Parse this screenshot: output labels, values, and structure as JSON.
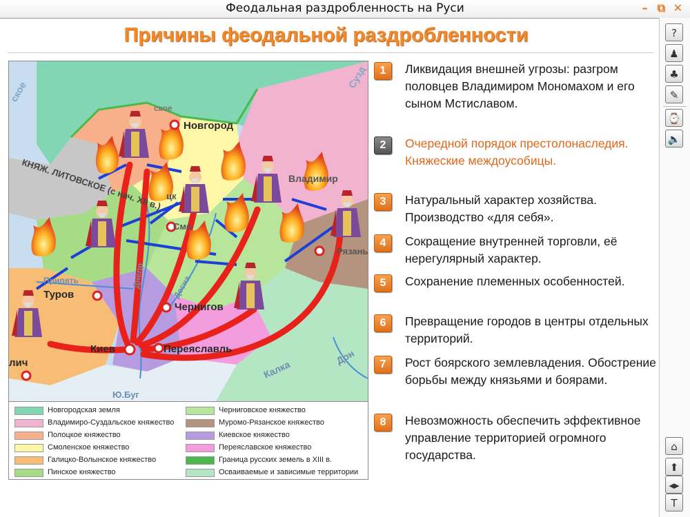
{
  "window": {
    "title": "Феодальная раздробленность на Руси",
    "controls": {
      "minimize": "–",
      "restore": "⧉",
      "close": "✕"
    }
  },
  "heading": "Причины феодальной раздробленности",
  "map": {
    "labels": {
      "sea_left": "ское",
      "lithuania": "КНЯЖ. ЛИТОВСКОЕ (с нач. XII в.)",
      "novgorod": "Новгород",
      "vladimir": "Владимир",
      "suzdal_frag": "Сузд",
      "ryazan": "Рязань",
      "pskov_frag": "ское",
      "smolensk_frag": "Смо",
      "polotsk_frag": "цк",
      "turov": "Туров",
      "pripyat": "Припять",
      "chernigov": "Чернигов",
      "dnepr": "Днепр",
      "desna": "Десна",
      "kiev": "Киев",
      "pereyaslavl": "Переяславль",
      "don": "Дон",
      "kalka": "Калка",
      "yu_bug": "Ю.Буг",
      "galich": "лич"
    }
  },
  "legend": [
    {
      "label": "Новгородская земля",
      "color": "#82d6b4"
    },
    {
      "label": "Владимиро-Суздальское княжество",
      "color": "#f1b3cf"
    },
    {
      "label": "Полоцкое княжество",
      "color": "#f7b08a"
    },
    {
      "label": "Смоленское княжество",
      "color": "#fff7a8"
    },
    {
      "label": "Галицко-Волынское княжество",
      "color": "#f7bd74"
    },
    {
      "label": "Пинское княжество",
      "color": "#a6dc86"
    },
    {
      "label": "Черниговское княжество",
      "color": "#b7e69a"
    },
    {
      "label": "Муромо-Рязанское княжество",
      "color": "#b4947e"
    },
    {
      "label": "Киевское княжество",
      "color": "#b69be0"
    },
    {
      "label": "Переяславское княжество",
      "color": "#f39ddf"
    },
    {
      "label": "Граница русских земель в XIII в.",
      "color": "#4ab84a"
    },
    {
      "label": "Осваиваемые и зависимые территории",
      "color": "#b5e6c4"
    }
  ],
  "causes": [
    {
      "num": "1",
      "text": "Ликвидация внешней угрозы: разгром половцев Владимиром Мономахом и его сыном Мстиславом."
    },
    {
      "num": "2",
      "text": "Очередной порядок престолонаследия. Княжеские междоусобицы."
    },
    {
      "num": "3",
      "text": "Натуральный характер хозяйства. Производство «для себя»."
    },
    {
      "num": "4",
      "text": "Сокращение внутренней торговли, её нерегулярный характер."
    },
    {
      "num": "5",
      "text": "Сохранение племенных особенностей."
    },
    {
      "num": "6",
      "text": "Превращение городов в центры отдельных территорий."
    },
    {
      "num": "7",
      "text": "Рост боярского землевладения. Обострение борьбы между князьями и боярами."
    },
    {
      "num": "8",
      "text": "Невозможность обеспечить эффективное управление территорией огромного государства."
    }
  ],
  "toolbar": {
    "help": "?",
    "person": "♟",
    "tree": "♣",
    "pencil": "✎",
    "compass": "⌚",
    "sound": "🔈",
    "home": "⌂",
    "up": "⬆",
    "prevnext": "◂▸",
    "text": "T"
  }
}
